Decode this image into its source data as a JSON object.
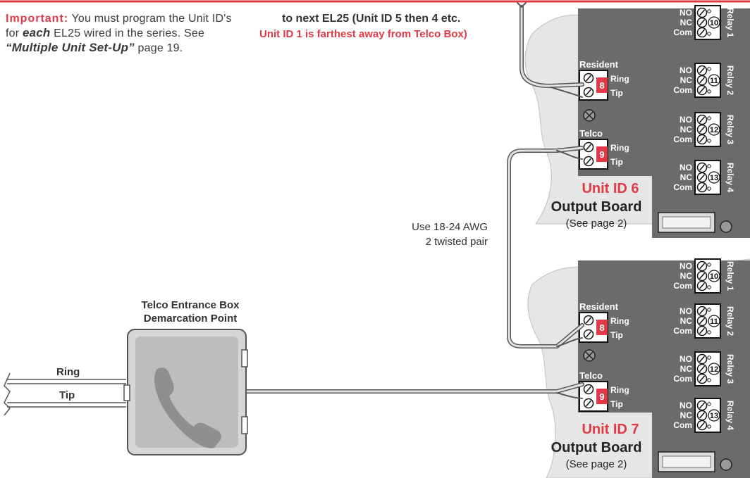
{
  "note": {
    "important_label": "Important:",
    "text_1": "You must program the Unit ID's for",
    "each": "each",
    "text_2": "EL25 wired in the series. See",
    "ref": "“Multiple Unit Set-Up”",
    "text_3": "page 19."
  },
  "header": {
    "line1": "to next EL25 (Unit ID 5 then 4 etc.",
    "line2": "Unit ID 1 is farthest away from Telco Box)"
  },
  "wire_note": {
    "line1": "Use 18-24 AWG",
    "line2": "2 twisted pair"
  },
  "telco_box": {
    "line1": "Telco Entrance Box",
    "line2": "Demarcation Point"
  },
  "line_labels": {
    "ring": "Ring",
    "tip": "Tip"
  },
  "boards": [
    {
      "unit_id": "Unit ID 6",
      "title": "Output Board",
      "see": "(See page 2)",
      "resident_label": "Resident",
      "telco_label": "Telco",
      "ring": "Ring",
      "tip": "Tip",
      "resident_num": "8",
      "telco_num": "9",
      "relays": [
        {
          "label": "Relay 1",
          "num": "10",
          "no": "NO",
          "nc": "NC",
          "com": "Com"
        },
        {
          "label": "Relay 2",
          "num": "11",
          "no": "NO",
          "nc": "NC",
          "com": "Com"
        },
        {
          "label": "Relay 3",
          "num": "12",
          "no": "NO",
          "nc": "NC",
          "com": "Com"
        },
        {
          "label": "Relay 4",
          "num": "13",
          "no": "NO",
          "nc": "NC",
          "com": "Com"
        }
      ]
    },
    {
      "unit_id": "Unit ID 7",
      "title": "Output Board",
      "see": "(See page 2)",
      "resident_label": "Resident",
      "telco_label": "Telco",
      "ring": "Ring",
      "tip": "Tip",
      "resident_num": "8",
      "telco_num": "9",
      "relays": [
        {
          "label": "Relay 1",
          "num": "10",
          "no": "NO",
          "nc": "NC",
          "com": "Com"
        },
        {
          "label": "Relay 2",
          "num": "11",
          "no": "NO",
          "nc": "NC",
          "com": "Com"
        },
        {
          "label": "Relay 3",
          "num": "12",
          "no": "NO",
          "nc": "NC",
          "com": "Com"
        },
        {
          "label": "Relay 4",
          "num": "13",
          "no": "NO",
          "nc": "NC",
          "com": "Com"
        }
      ]
    }
  ],
  "colors": {
    "accent_red": "#e03a46",
    "board_gray": "#6b6b6b",
    "panel_light": "#e6e6e6",
    "wire": "#9b9b9b"
  }
}
